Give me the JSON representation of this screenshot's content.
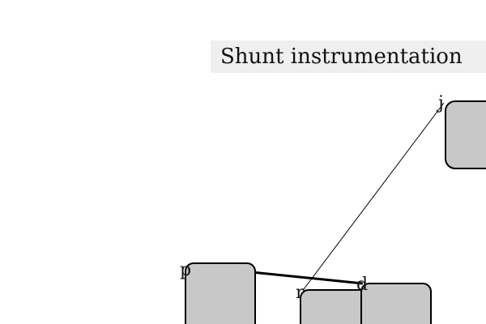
{
  "title": "Shunt instrumentation",
  "colors": {
    "node_fill": "#c8c8c8",
    "node_stroke": "#000000",
    "title_background": "#efefef",
    "text": "#111111"
  },
  "nodes": [
    {
      "id": "p",
      "label": "p"
    },
    {
      "id": "r",
      "label": "r"
    },
    {
      "id": "d",
      "label": "d"
    },
    {
      "id": "j",
      "label": "j"
    }
  ],
  "edges": [
    {
      "from": "p",
      "to": "d",
      "weight": "thick"
    },
    {
      "from": "r",
      "to": "j",
      "weight": "thin"
    }
  ]
}
